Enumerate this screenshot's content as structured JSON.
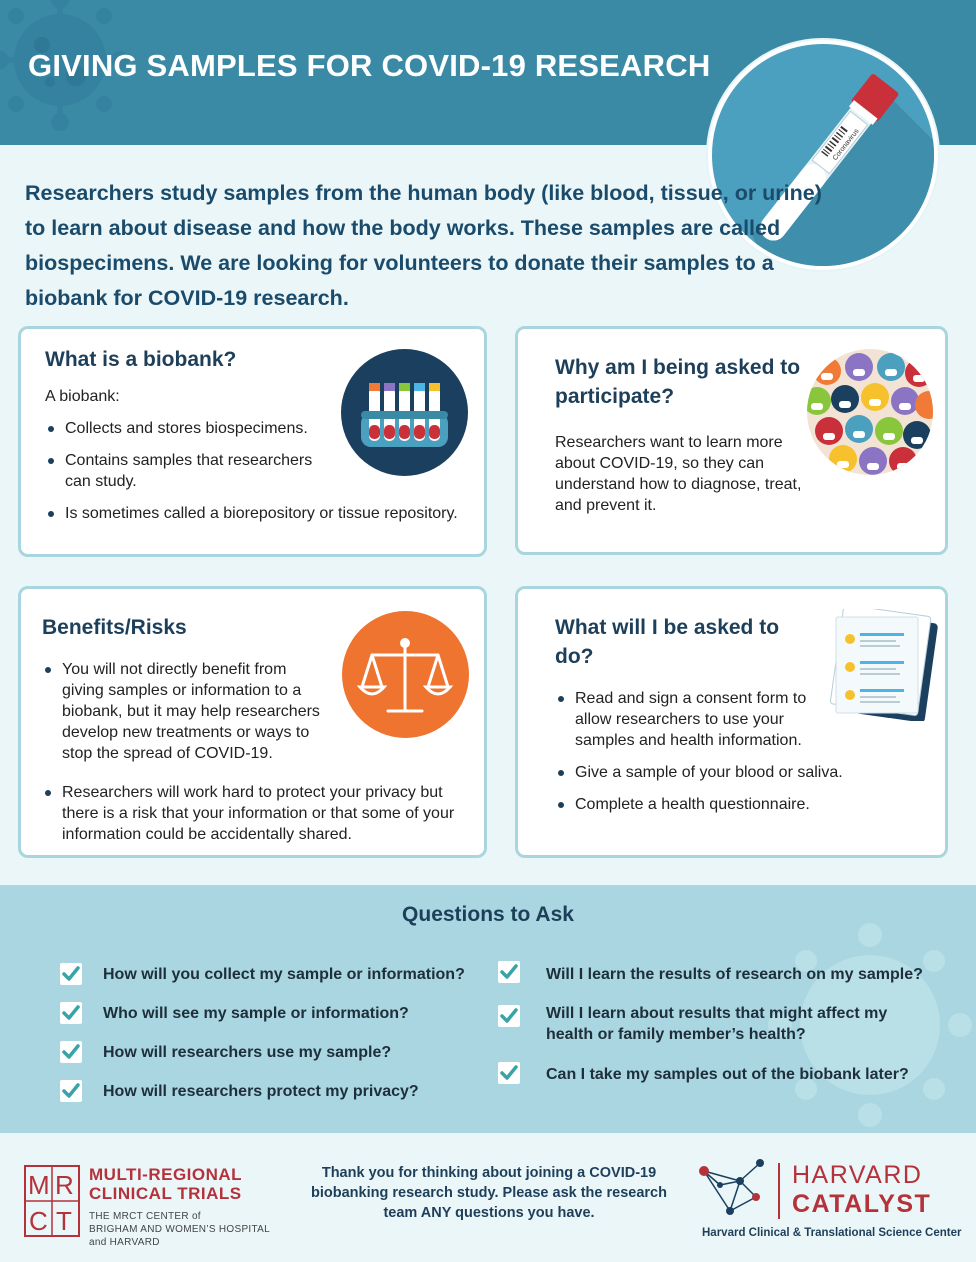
{
  "title": "GIVING SAMPLES FOR COVID-19 RESEARCH",
  "tube_label": "Coronavirus",
  "intro": "Researchers study samples from the human body (like blood, tissue, or urine) to learn about disease and how the body works. These samples are called biospecimens. We are looking for volunteers to donate their samples to a biobank for COVID-19 research.",
  "biobank": {
    "heading": "What is a biobank?",
    "lead": "A biobank:",
    "items": [
      "Collects and stores biospecimens.",
      "Contains samples that researchers can study.",
      "Is sometimes called a biorepository or tissue repository."
    ],
    "icon": "test-tubes-icon"
  },
  "why": {
    "heading": "Why am I being asked to participate?",
    "body": "Researchers want to learn more about COVID-19, so they can understand how to diagnose, treat, and prevent it.",
    "icon": "masked-crowd-icon"
  },
  "benefits": {
    "heading": "Benefits/Risks",
    "items": [
      "You will not directly benefit from giving samples or information to a biobank, but it may help researchers develop new treatments or ways to stop the spread of COVID-19.",
      "Researchers will work hard to protect your privacy but there is a risk that your information or that some of your information could be accidentally shared."
    ],
    "icon": "scales-icon"
  },
  "asked": {
    "heading": "What will I be asked to do?",
    "items": [
      "Read and sign a consent form to allow researchers to use your samples and health information.",
      "Give a sample of your blood or saliva.",
      "Complete a health questionnaire."
    ],
    "icon": "clipboard-icon"
  },
  "questions": {
    "heading": "Questions to Ask",
    "left": [
      "How will you collect my sample or information?",
      "Who will see my sample or information?",
      "How will researchers use my sample?",
      "How will researchers protect my privacy?"
    ],
    "right": [
      "Will I learn the results of research on my sample?",
      "Will I learn about results that might affect my health or family member’s health?",
      "Can I take my samples out of the biobank later?"
    ]
  },
  "footer": {
    "thanks": "Thank you for thinking about joining a COVID-19 biobanking research study. Please ask the research team ANY questions you have.",
    "mrct_line1": "MULTI-REGIONAL",
    "mrct_line2": "CLINICAL TRIALS",
    "mrct_sub1": "THE MRCT CENTER of",
    "mrct_sub2": "BRIGHAM AND WOMEN’S HOSPITAL",
    "mrct_sub3": "and HARVARD",
    "mrct_logo_letters": "MRCT",
    "hc_line1": "HARVARD",
    "hc_line2": "CATALYST",
    "hc_sub": "Harvard Clinical & Translational Science Center"
  },
  "colors": {
    "header": "#3b8aa5",
    "heading": "#1e3f5a",
    "accent_red": "#b5323a",
    "orange": "#ee7430",
    "navy": "#1b3f5e",
    "check": "#3aa3a6"
  }
}
